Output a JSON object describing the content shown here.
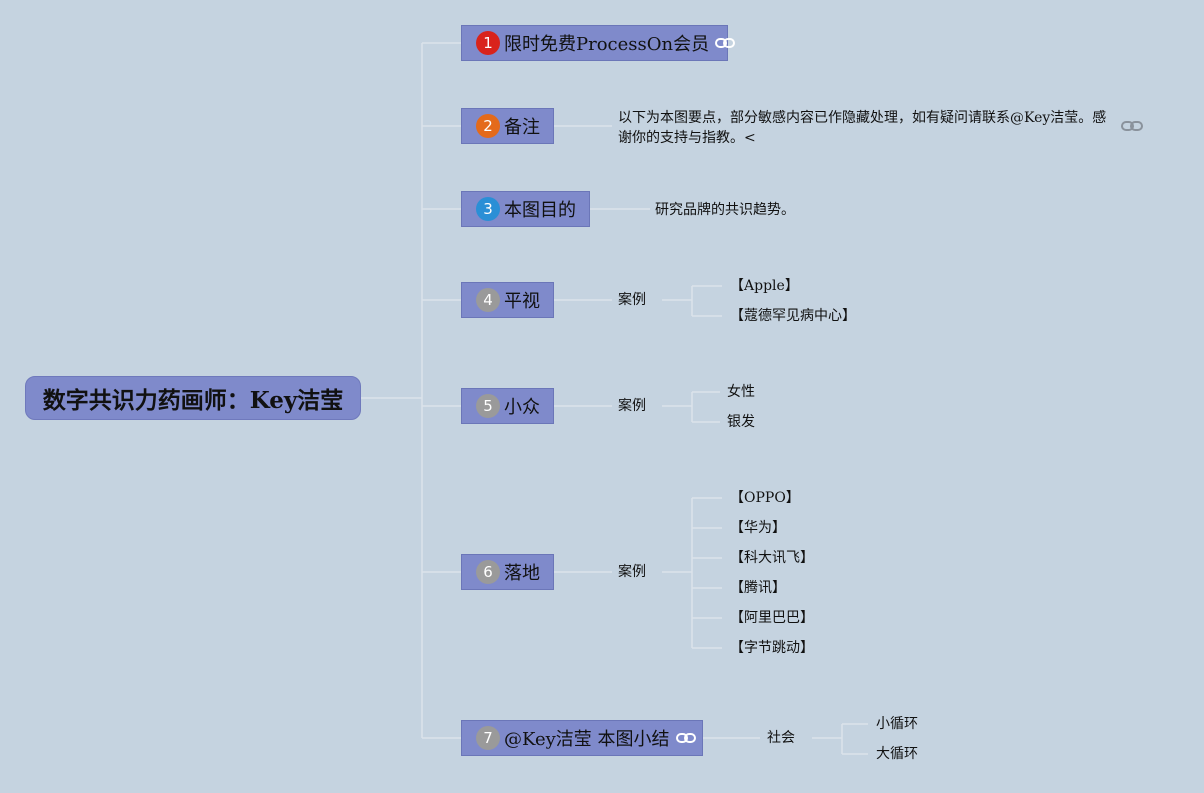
{
  "root": {
    "title": "数字共识力药画师：Key洁莹"
  },
  "topics": [
    {
      "badge": "1",
      "label": "限时免费ProcessOn会员",
      "badge_color": "#d9231c"
    },
    {
      "badge": "2",
      "label": "备注",
      "badge_color": "#e46a1b"
    },
    {
      "badge": "3",
      "label": "本图目的",
      "badge_color": "#2a8fd6"
    },
    {
      "badge": "4",
      "label": "平视",
      "badge_color": "#9a9a9a"
    },
    {
      "badge": "5",
      "label": "小众",
      "badge_color": "#9a9a9a"
    },
    {
      "badge": "6",
      "label": "落地",
      "badge_color": "#9a9a9a"
    },
    {
      "badge": "7",
      "label": "@Key洁莹 本图小结",
      "badge_color": "#9a9a9a"
    }
  ],
  "note": {
    "text": "以下为本图要点，部分敏感内容已作隐藏处理，如有疑问请联系@Key洁莹。感谢你的支持与指教。<"
  },
  "purpose": {
    "text": "研究品牌的共识趋势。"
  },
  "branch_pingshi": {
    "label": "案例",
    "items": [
      "【Apple】",
      "【蔻德罕见病中心】"
    ]
  },
  "branch_xiaozhong": {
    "label": "案例",
    "items": [
      "女性",
      "银发"
    ]
  },
  "branch_luodi": {
    "label": "案例",
    "items": [
      "【OPPO】",
      "【华为】",
      "【科大讯飞】",
      "【腾讯】",
      "【阿里巴巴】",
      "【字节跳动】"
    ]
  },
  "branch_summary": {
    "label": "社会",
    "items": [
      "小循环",
      "大循环"
    ]
  },
  "colors": {
    "background": "#c5d3e0",
    "node": "#7f8acb",
    "connector": "#dce4ec"
  }
}
